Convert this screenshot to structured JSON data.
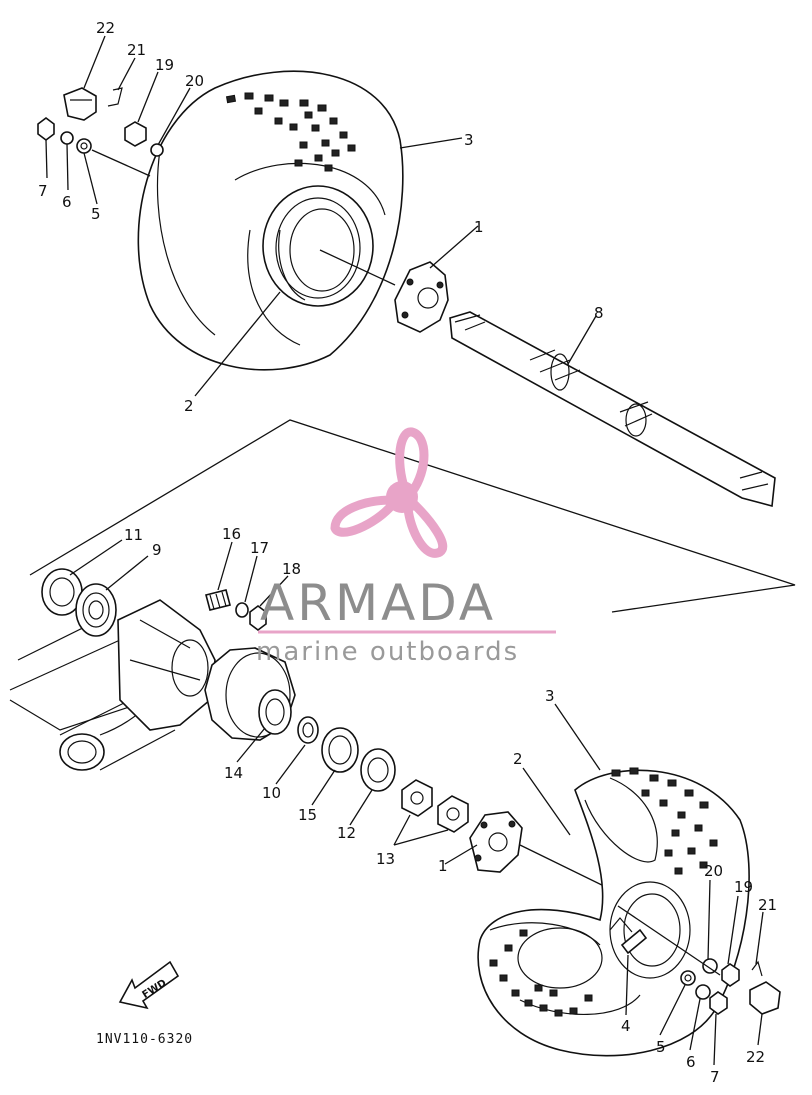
{
  "diagram": {
    "drawing_code": "1NV110-6320",
    "fwd_label": "FWD"
  },
  "watermark": {
    "brand": "ARMADA",
    "tagline": "marine outboards",
    "logo_color": "#e8a4c8"
  },
  "callouts": {
    "upper": [
      "22",
      "21",
      "19",
      "20",
      "7",
      "6",
      "5",
      "3",
      "1",
      "8",
      "2"
    ],
    "lower": [
      "11",
      "9",
      "16",
      "17",
      "18",
      "14",
      "10",
      "15",
      "12",
      "13",
      "1",
      "2",
      "3",
      "20",
      "19",
      "21",
      "4",
      "5",
      "6",
      "7",
      "22"
    ]
  }
}
